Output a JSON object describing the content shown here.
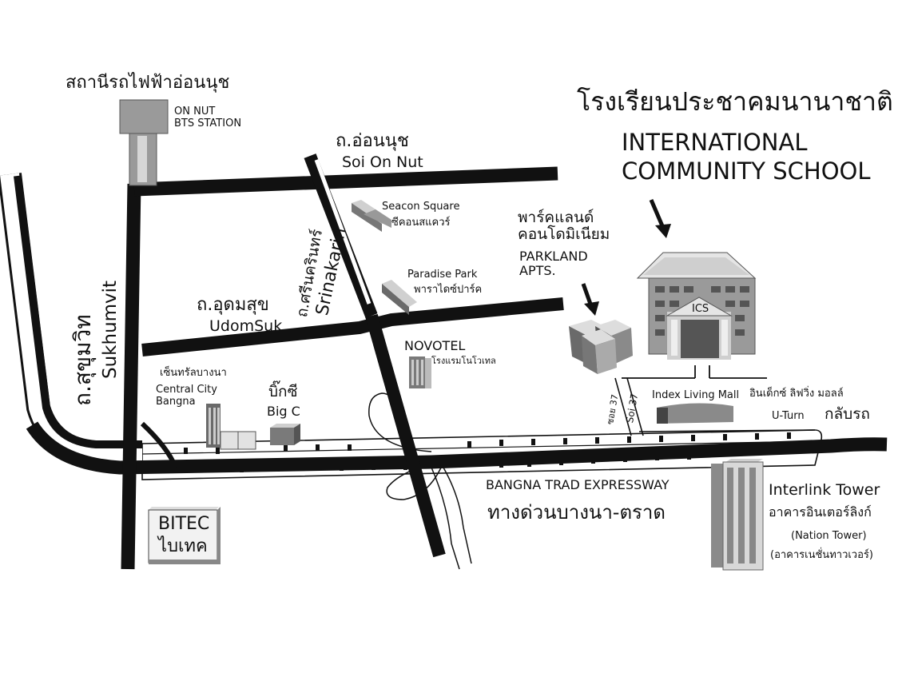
{
  "map": {
    "background": "#ffffff",
    "road_color": "#111111",
    "building_colors": {
      "dark": "#555555",
      "mid": "#8c8c8c",
      "light": "#cfcfcf"
    }
  },
  "labels": {
    "bts_th": "สถานีรถไฟฟ้าอ่อนนุช",
    "bts_en": "ON NUT\nBTS STATION",
    "onnut_th": "ถ.อ่อนนุช",
    "onnut_en": "Soi On Nut",
    "srinakarin_th": "ถ.ศรีนครินทร์",
    "srinakarin_en": "Srinakarin",
    "udomsuk_th": "ถ.อุดมสุข",
    "udomsuk_en": "UdomSuk",
    "sukhumvit_th": "ถ.สุขุมวิท",
    "sukhumvit_en": "Sukhumvit",
    "school_th": "โรงเรียนประชาคมนานาชาติ",
    "school_en": "INTERNATIONAL\nCOMMUNITY SCHOOL",
    "seacon_en": "Seacon Square",
    "seacon_th": "ซีคอนสแควร์",
    "paradise_en": "Paradise Park",
    "paradise_th": "พาราไดซ์ปาร์ค",
    "parkland_th": "พาร์คแลนด์\nคอนโดมิเนียม",
    "parkland_en": "PARKLAND\nAPTS.",
    "ics": "ICS",
    "novotel_en": "NOVOTEL",
    "novotel_th": "โรงแรมโนโวเทล",
    "central_th": "เซ็นทรัลบางนา",
    "central_en": "Central City\nBangna",
    "bigc_th": "บิ๊กซี",
    "bigc_en": "Big C",
    "soi37_th": "ซอย 37",
    "soi37_en": "Soi 37",
    "index_en": "Index Living Mall",
    "index_th": "อินเด็กซ์ ลิฟวิ่ง มอลล์",
    "uturn_en": "U-Turn",
    "uturn_th": "กลับรถ",
    "expressway_en": "BANGNA TRAD EXPRESSWAY",
    "expressway_th": "ทางด่วนบางนา-ตราด",
    "bitec_en": "BITEC",
    "bitec_th": "ไบเทค",
    "interlink_en": "Interlink Tower",
    "interlink_th": "อาคารอินเตอร์ลิงก์",
    "nation_en": "(Nation Tower)",
    "nation_th": "(อาคารเนชั่นทาวเวอร์)"
  }
}
